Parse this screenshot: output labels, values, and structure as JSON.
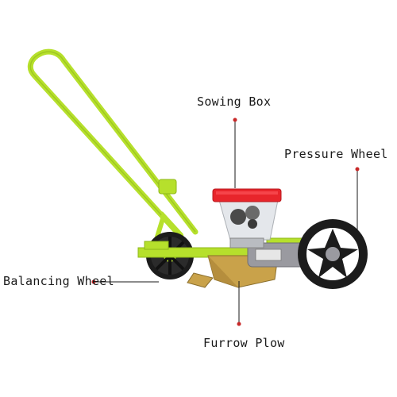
{
  "labels": {
    "sowing_box": "Sowing Box",
    "pressure_wheel": "Pressure Wheel",
    "balancing_wheel": "Balancing Wheel",
    "furrow_plow": "Furrow Plow"
  },
  "colors": {
    "frame_green": "#b6e02c",
    "frame_dark": "#8fb81a",
    "hopper_red": "#e8252b",
    "wheel_black": "#1c1c1c",
    "plate_grey": "#9a9aa0",
    "leader_red": "#c82828"
  }
}
